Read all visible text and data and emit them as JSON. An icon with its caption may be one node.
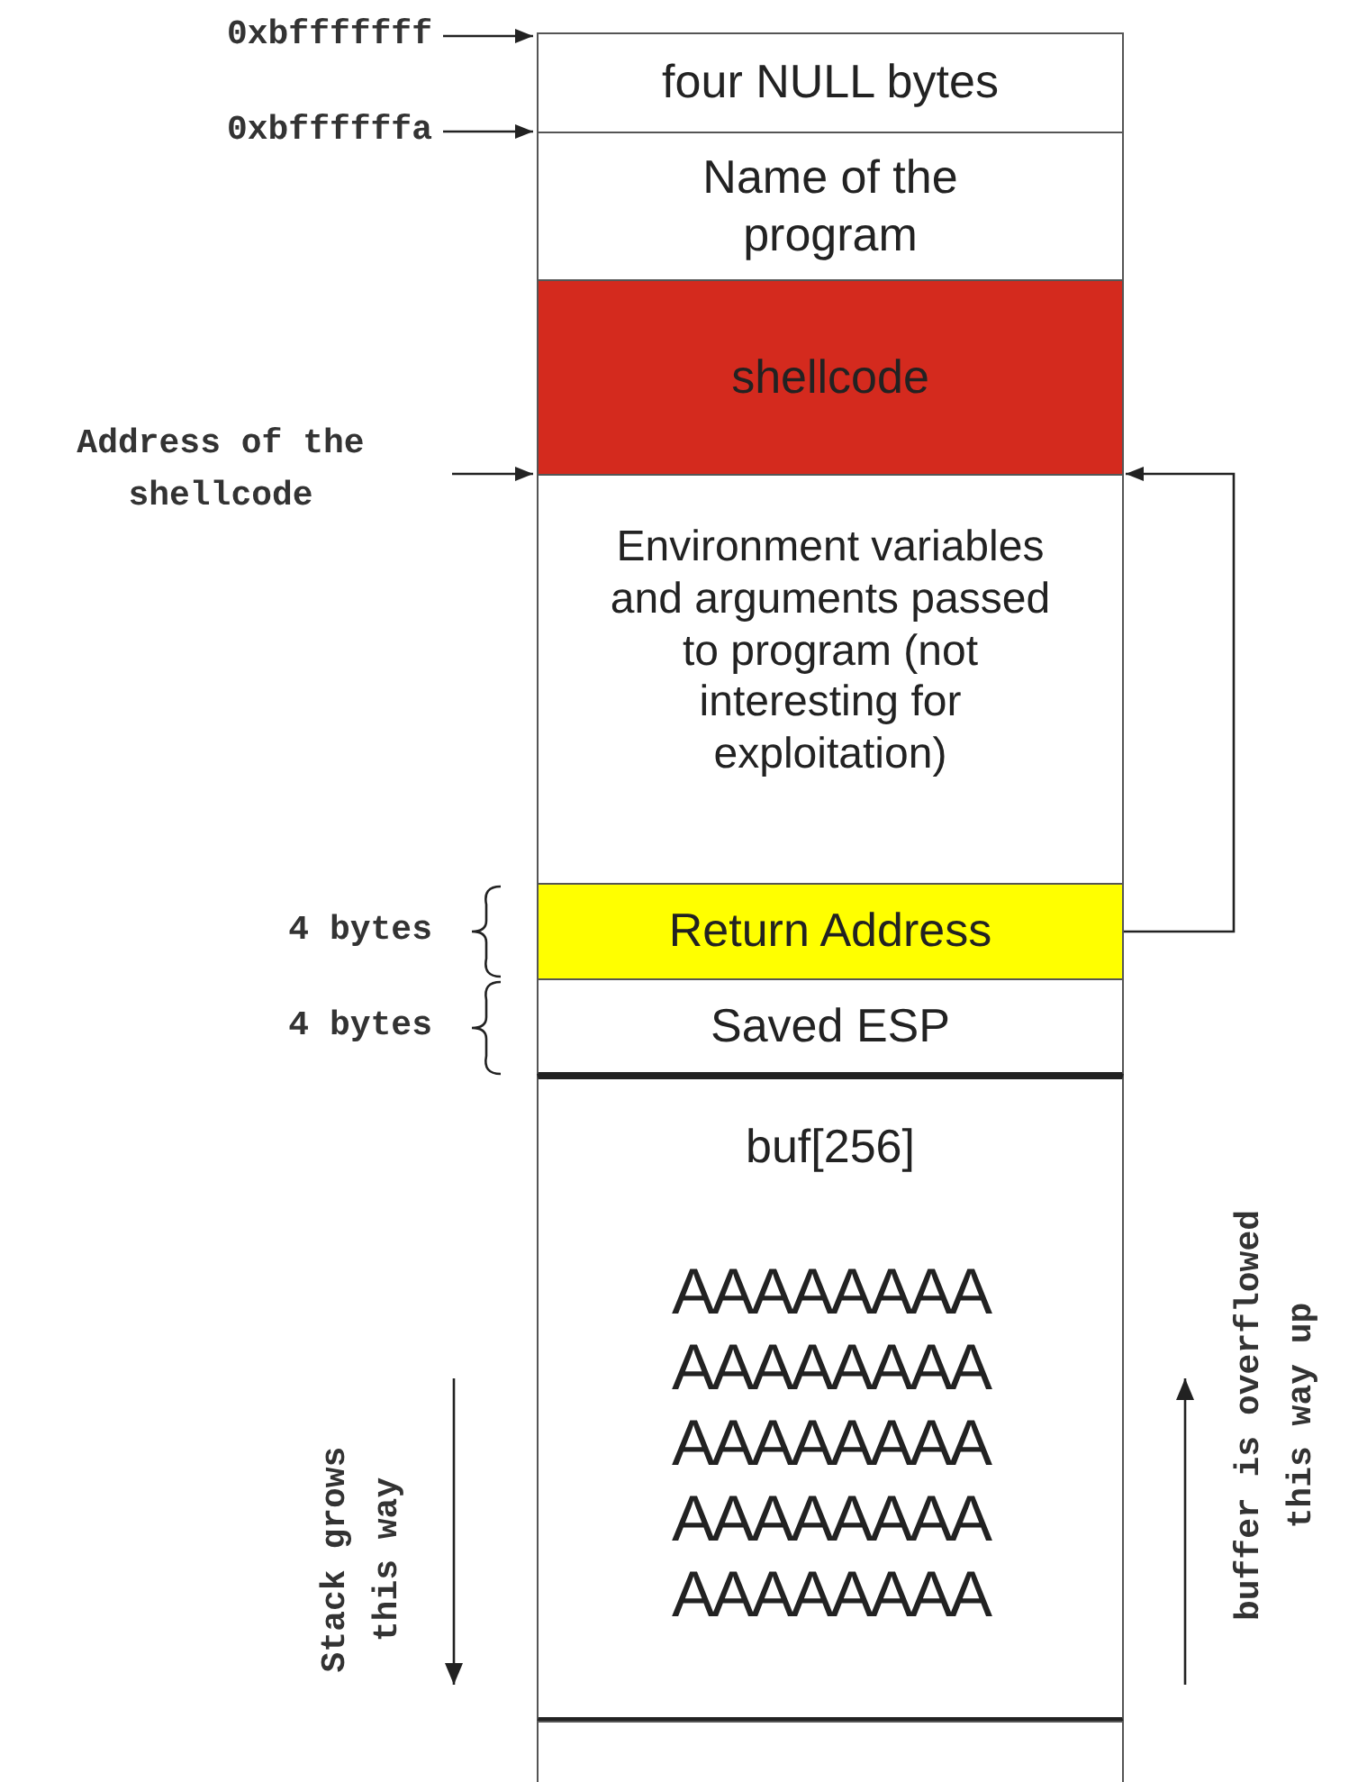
{
  "diagram": {
    "nodes": [
      {
        "text": [
          "four NULL bytes"
        ]
      },
      {
        "text": [
          "Name of the program"
        ]
      },
      {
        "text": [
          "shellcode"
        ]
      },
      {
        "text": [
          "Environment variables and arguments passed to program (not interesting for exploitation)"
        ]
      },
      {
        "text": [
          "Return Address"
        ]
      },
      {
        "text": [
          "Saved ESP"
        ]
      },
      {
        "text": [
          "buf[256]",
          "AAAAAAAA AAAAAAAA AAAAAAAA AAAAAAAA AAAAAAAA"
        ]
      },
      {
        "text": [],
        "shape": "box"
      },
      {
        "text": [
          "0xbfffffff"
        ]
      },
      {
        "text": [
          "0xbffffffa"
        ]
      },
      {
        "text": [
          "Address of the shellcode"
        ]
      }
    ],
    "edges": [
      {
        "from": 8,
        "to": 0,
        "arrow": "to"
      },
      {
        "from": 9,
        "to": 1,
        "arrow": "to"
      },
      {
        "from": 10,
        "to": 2,
        "arrow": "to"
      },
      {
        "from": 4,
        "to": 2,
        "arrow": "to"
      }
    ],
    "labels": [
      "4 bytes",
      "4 bytes",
      "Stack grows this way",
      "buffer is overflowed this way up"
    ]
  }
}
